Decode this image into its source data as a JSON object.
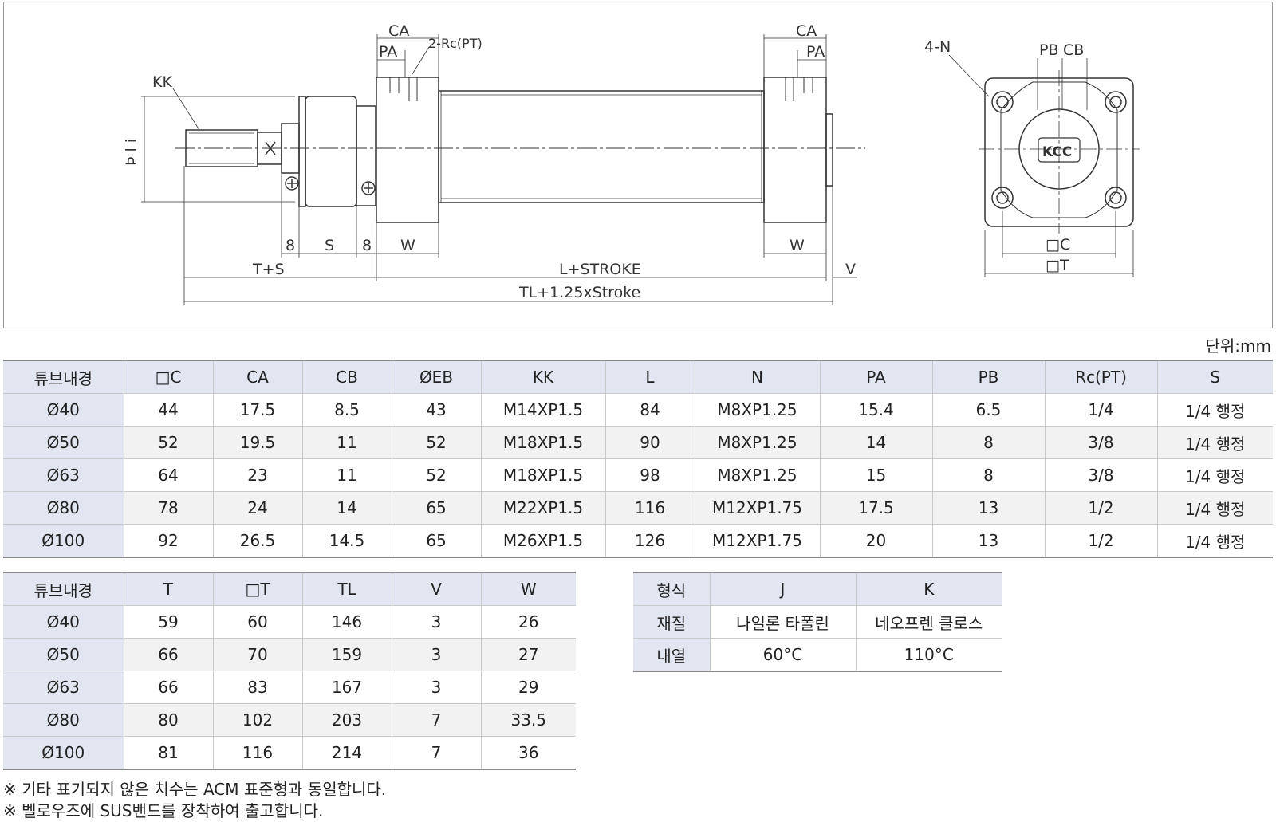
{
  "drawing": {
    "labels": {
      "ca_left": "CA",
      "pa_left": "PA",
      "port": "2-Rc(PT)",
      "kk": "KK",
      "pii": "Þ l i",
      "ca_right": "CA",
      "pa_right": "PA",
      "n": "4-N",
      "pb": "PB",
      "cb": "CB",
      "c": "□C",
      "t": "□T",
      "s8a": "8",
      "s": "S",
      "s8b": "8",
      "w_left": "W",
      "w_right": "W",
      "ts": "T+S",
      "lstroke": "L+STROKE",
      "v": "V",
      "total": "TL+1.25xStroke",
      "logo": "KCC"
    }
  },
  "unit": "단위:mm",
  "table1": {
    "headers": [
      "튜브내경",
      "□C",
      "CA",
      "CB",
      "ØEB",
      "KK",
      "L",
      "N",
      "PA",
      "PB",
      "Rc(PT)",
      "S"
    ],
    "rows": [
      [
        "Ø40",
        "44",
        "17.5",
        "8.5",
        "43",
        "M14XP1.5",
        "84",
        "M8XP1.25",
        "15.4",
        "6.5",
        "1/4",
        "1/4 행정"
      ],
      [
        "Ø50",
        "52",
        "19.5",
        "11",
        "52",
        "M18XP1.5",
        "90",
        "M8XP1.25",
        "14",
        "8",
        "3/8",
        "1/4 행정"
      ],
      [
        "Ø63",
        "64",
        "23",
        "11",
        "52",
        "M18XP1.5",
        "98",
        "M8XP1.25",
        "15",
        "8",
        "3/8",
        "1/4 행정"
      ],
      [
        "Ø80",
        "78",
        "24",
        "14",
        "65",
        "M22XP1.5",
        "116",
        "M12XP1.75",
        "17.5",
        "13",
        "1/2",
        "1/4 행정"
      ],
      [
        "Ø100",
        "92",
        "26.5",
        "14.5",
        "65",
        "M26XP1.5",
        "126",
        "M12XP1.75",
        "20",
        "13",
        "1/2",
        "1/4 행정"
      ]
    ]
  },
  "table2": {
    "headers": [
      "튜브내경",
      "T",
      "□T",
      "TL",
      "V",
      "W"
    ],
    "rows": [
      [
        "Ø40",
        "59",
        "60",
        "146",
        "3",
        "26"
      ],
      [
        "Ø50",
        "66",
        "70",
        "159",
        "3",
        "27"
      ],
      [
        "Ø63",
        "66",
        "83",
        "167",
        "3",
        "29"
      ],
      [
        "Ø80",
        "80",
        "102",
        "203",
        "7",
        "33.5"
      ],
      [
        "Ø100",
        "81",
        "116",
        "214",
        "7",
        "36"
      ]
    ]
  },
  "table3": {
    "headers": [
      "형식",
      "J",
      "K"
    ],
    "rows": [
      [
        "재질",
        "나일론 타폴린",
        "네오프렌 클로스"
      ],
      [
        "내열",
        "60°C",
        "110°C"
      ]
    ]
  },
  "notes": [
    "※ 기타 표기되지 않은 치수는 ACM 표준형과 동일합니다.",
    "※ 벨로우즈에 SUS밴드를 장착하여 출고합니다."
  ]
}
